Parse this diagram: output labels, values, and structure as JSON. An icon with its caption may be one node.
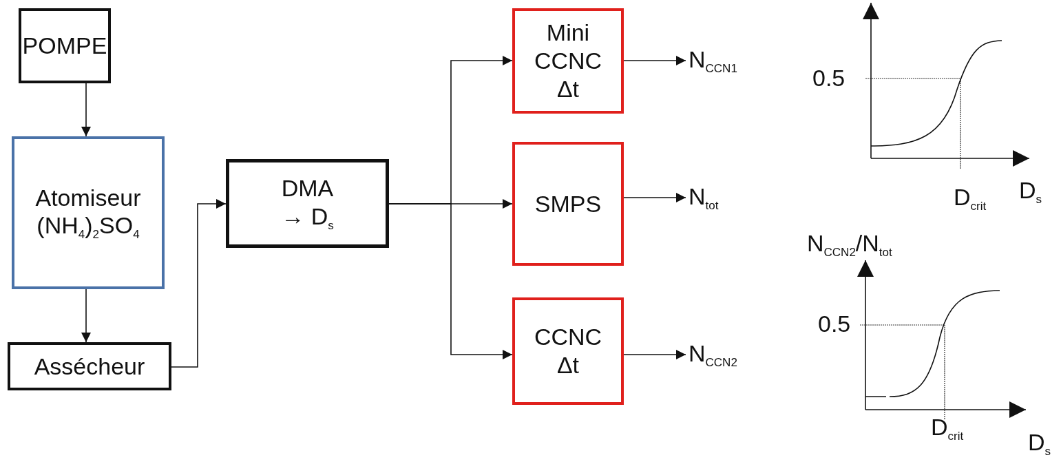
{
  "diagram": {
    "nodes": [
      {
        "text": [
          "POMPE"
        ]
      },
      {
        "text": [
          "Atomiseur",
          "(NH$_{4}$)$_{2}$SO$_{4}$"
        ]
      },
      {
        "text": [
          "Assécheur"
        ]
      },
      {
        "text": [
          "DMA",
          "→ D$_{s}$"
        ]
      },
      {
        "text": [
          "Mini CCNC Δt"
        ]
      },
      {
        "text": [
          "SMPS"
        ]
      },
      {
        "text": [
          "CCNC Δt"
        ]
      },
      {
        "text": [
          "N$_{CCN1}$"
        ]
      },
      {
        "text": [
          "N$_{tot}$"
        ]
      },
      {
        "text": [
          "N$_{CCN2}$"
        ]
      }
    ],
    "edges": [
      {
        "from": 0,
        "to": 1,
        "arrow": "to"
      },
      {
        "from": 1,
        "to": 2,
        "arrow": "to"
      },
      {
        "from": 2,
        "to": 3,
        "arrow": "to"
      },
      {
        "from": 3,
        "to": 4,
        "arrow": "to"
      },
      {
        "from": 3,
        "to": 5,
        "arrow": "to"
      },
      {
        "from": 3,
        "to": 6,
        "arrow": "to"
      },
      {
        "from": 4,
        "to": 7,
        "arrow": "to"
      },
      {
        "from": 5,
        "to": 8,
        "arrow": "to"
      },
      {
        "from": 6,
        "to": 9,
        "arrow": "to"
      }
    ],
    "labels": [
      "0.5",
      "D$_{crit}$",
      "D$_{s}$",
      "N$_{CCN2}$/N$_{tot}$",
      "0.5",
      "D$_{crit}$",
      "D$_{s}$"
    ]
  }
}
